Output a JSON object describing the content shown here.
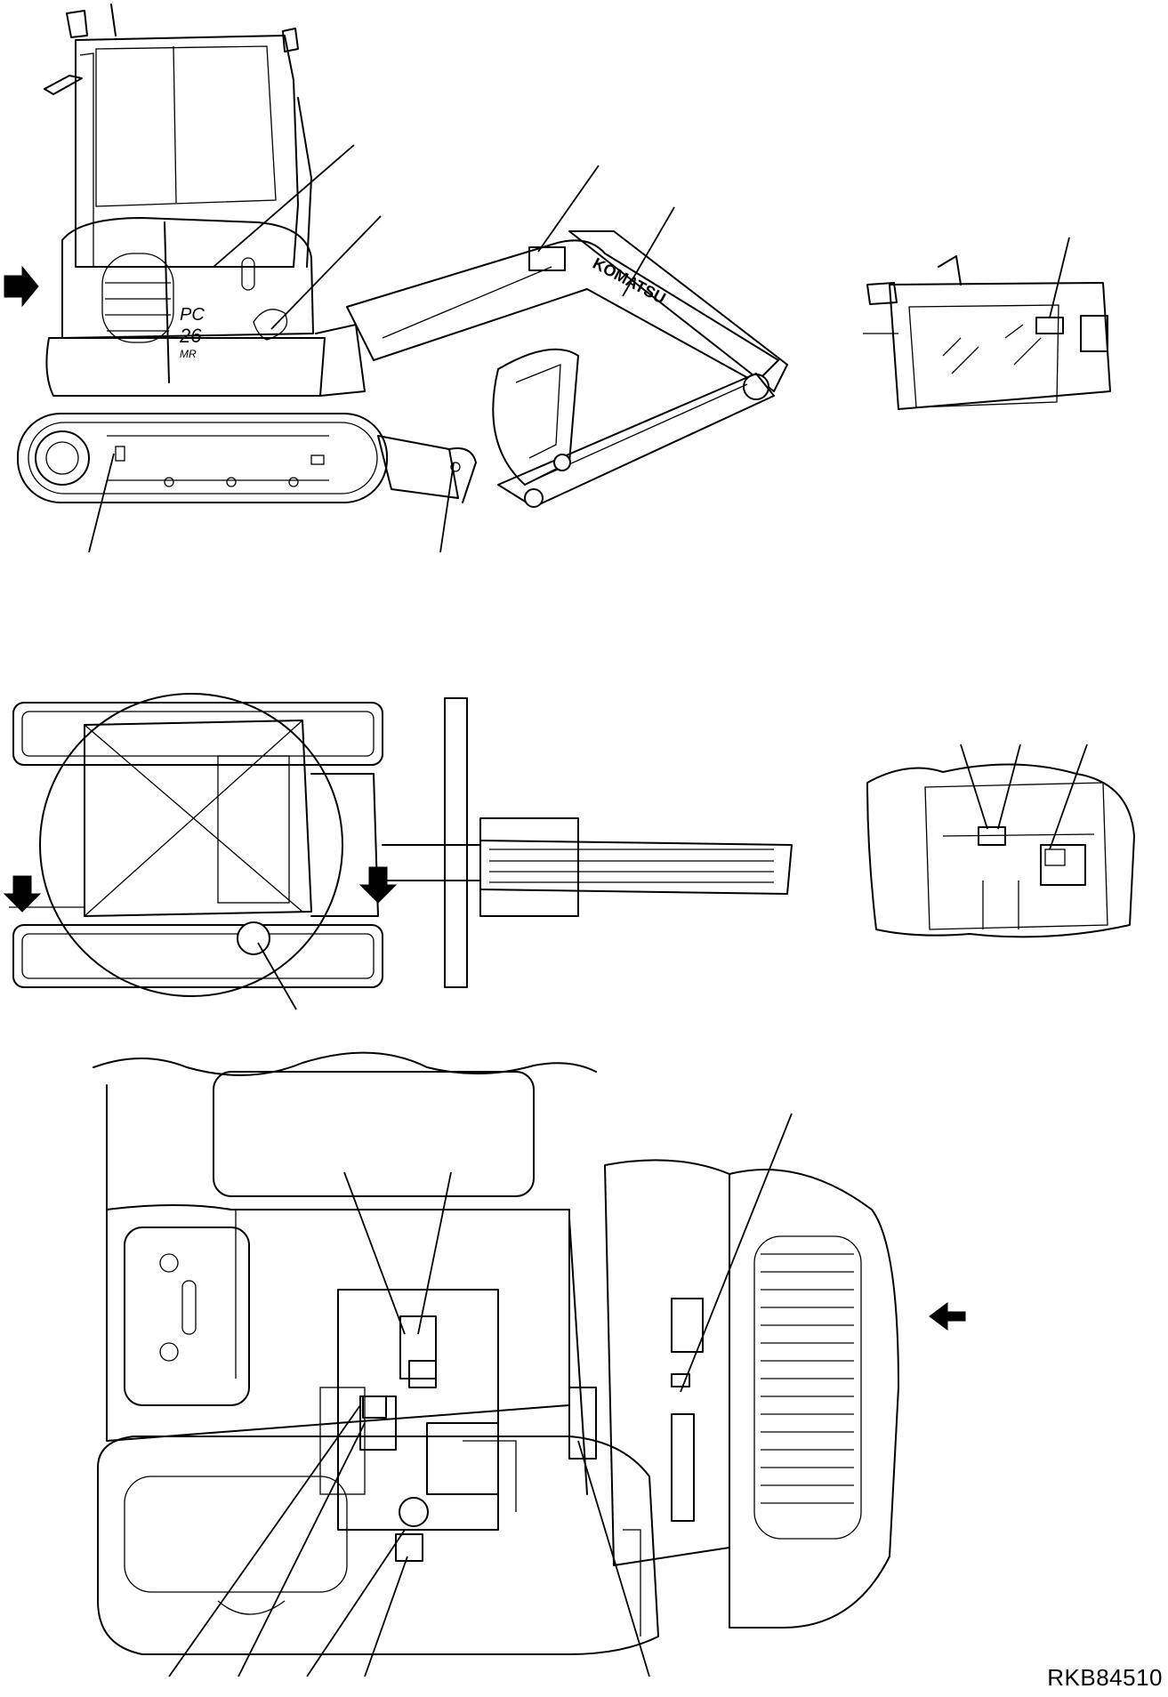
{
  "figure": {
    "reference_code": "RKB84510",
    "brand_text": "KOMATSU",
    "model_badge": [
      "PC",
      "26",
      "MR"
    ]
  }
}
